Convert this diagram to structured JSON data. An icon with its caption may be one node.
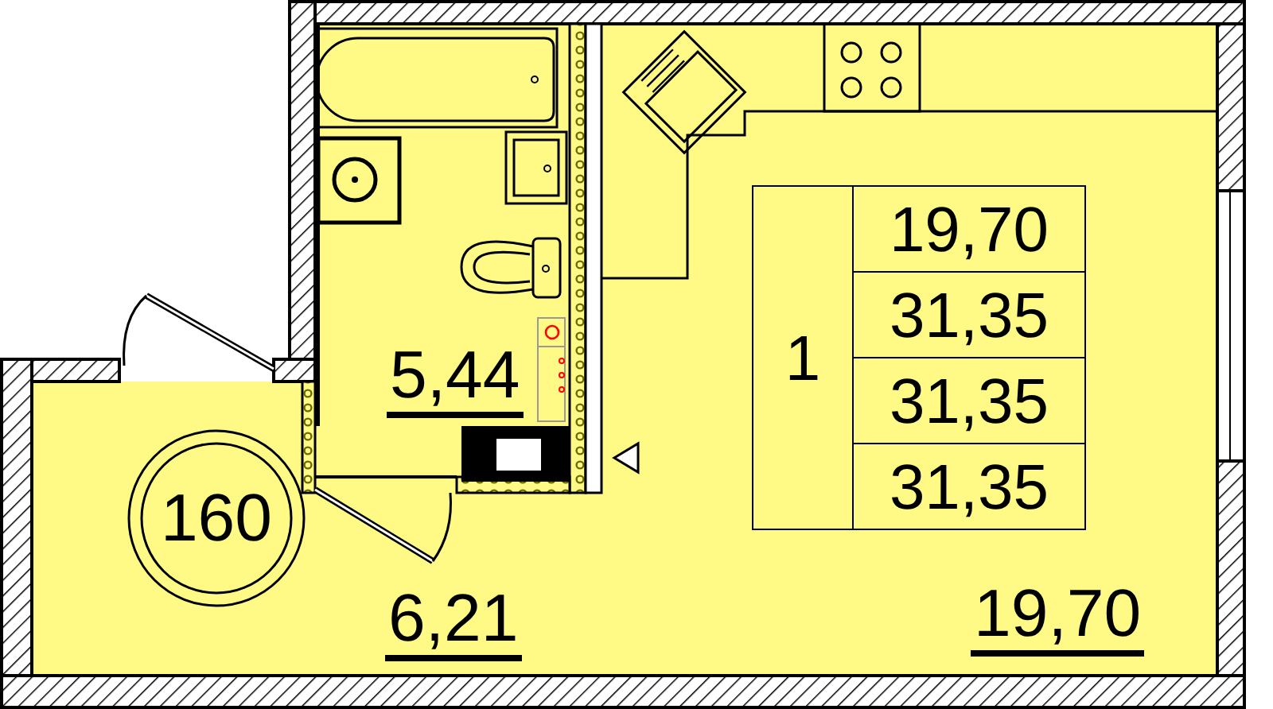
{
  "diagram": {
    "nodes": [
      {
        "text": [
          "5,44"
        ]
      },
      {
        "text": [
          "6,21"
        ]
      },
      {
        "text": [
          "160"
        ],
        "in": 1
      },
      {
        "text": [
          "19,70"
        ]
      }
    ],
    "labels": [
      "1",
      "19,70",
      "31,35",
      "31,35",
      "31,35"
    ]
  }
}
